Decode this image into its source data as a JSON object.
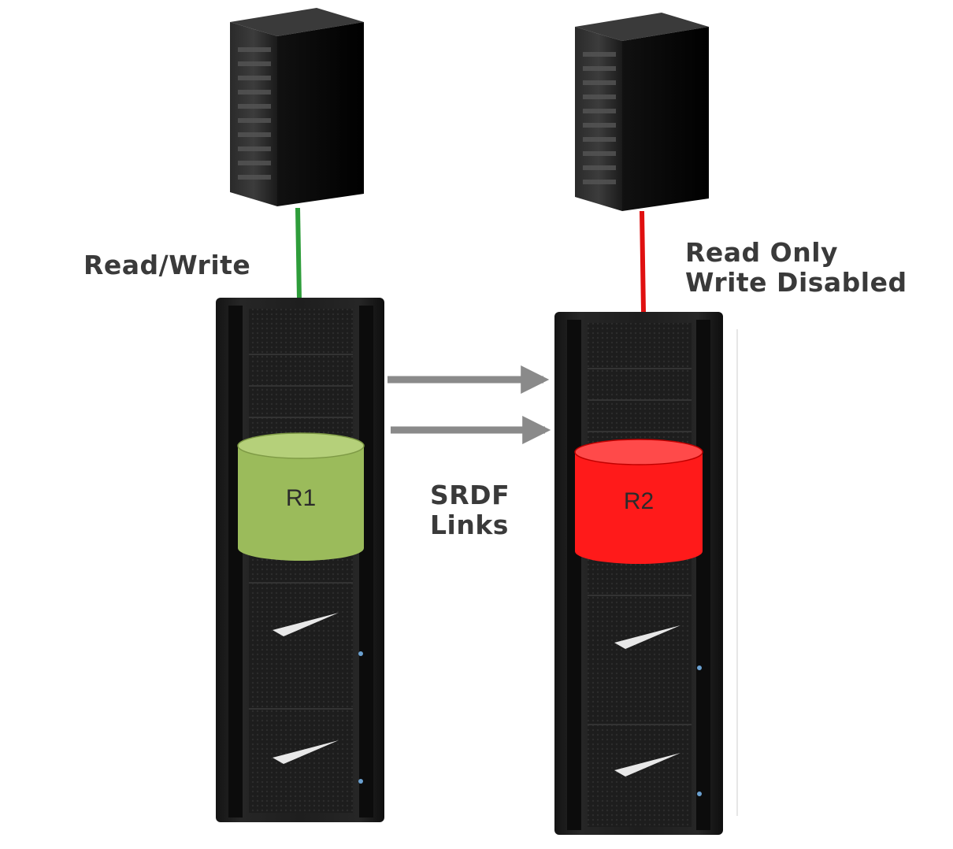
{
  "left": {
    "access_label": "Read/Write",
    "volume_label": "R1",
    "link_color": "#2e9d3a",
    "volume_color": "#9bbb5b"
  },
  "right": {
    "access_label_line1": "Read Only",
    "access_label_line2": "Write Disabled",
    "volume_label": "R2",
    "link_color": "#e01010",
    "volume_color": "#ff1a1a"
  },
  "links": {
    "label_line1": "SRDF",
    "label_line2": "Links",
    "arrow_color": "#8a8a8a"
  }
}
